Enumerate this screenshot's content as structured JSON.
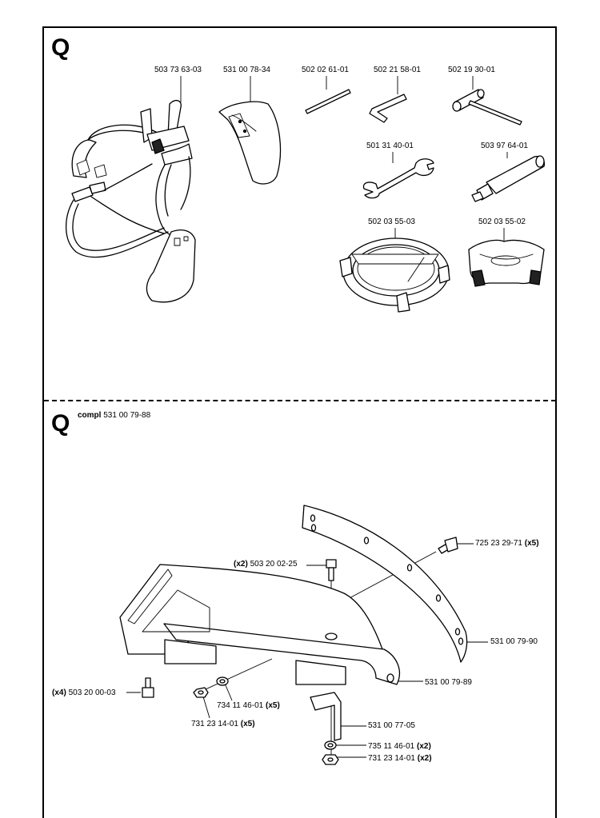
{
  "section1": {
    "letter": "Q",
    "parts": [
      {
        "number": "503 73 63-03"
      },
      {
        "number": "531 00 78-34"
      },
      {
        "number": "502 02 61-01"
      },
      {
        "number": "502 21 58-01"
      },
      {
        "number": "502 19 30-01"
      },
      {
        "number": "501 31 40-01"
      },
      {
        "number": "503 97 64-01"
      },
      {
        "number": "502 03 55-03"
      },
      {
        "number": "502 03 55-02"
      }
    ]
  },
  "section2": {
    "letter": "Q",
    "compl_label": "compl",
    "compl_number": "531 00 79-88",
    "parts": [
      {
        "number": "725 23 29-71",
        "qty": "(x5)"
      },
      {
        "number": "503 20 02-25",
        "qty": "(x2)"
      },
      {
        "number": "531 00 79-90",
        "qty": ""
      },
      {
        "number": "531 00 79-89",
        "qty": ""
      },
      {
        "number": "503 20 00-03",
        "qty": "(x4)"
      },
      {
        "number": "734 11 46-01",
        "qty": "(x5)"
      },
      {
        "number": "731 23 14-01",
        "qty": "(x5)"
      },
      {
        "number": "531 00 77-05",
        "qty": ""
      },
      {
        "number": "735 11 46-01",
        "qty": "(x2)"
      },
      {
        "number": "731 23 14-01",
        "qty": "(x2)"
      }
    ]
  }
}
